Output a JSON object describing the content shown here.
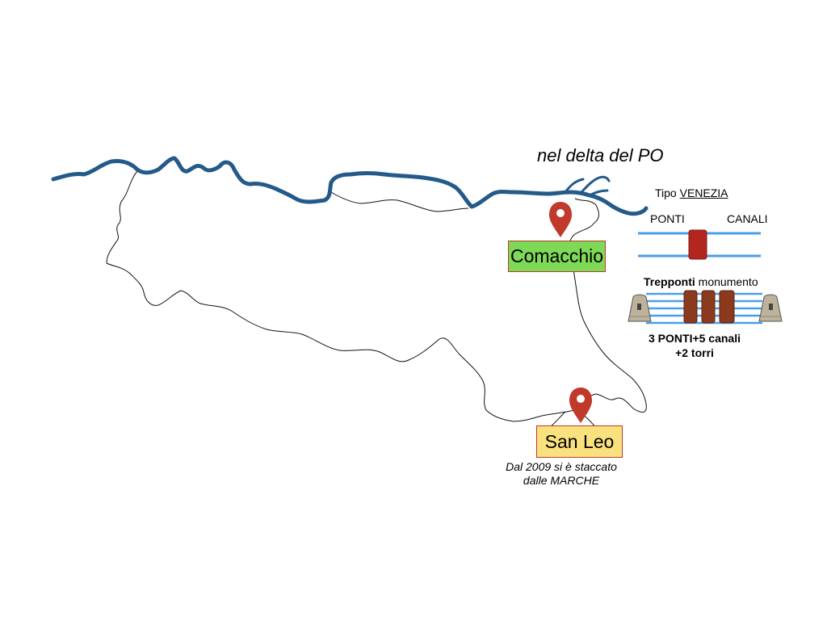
{
  "map": {
    "title": "nel delta del PO",
    "river_color": "#235a8a",
    "outline_color": "#111111",
    "pin_color": "#c0392b"
  },
  "comacchio": {
    "label": "Comacchio",
    "box_color": "#7ed957",
    "pin_icon": "map-pin-icon"
  },
  "san_leo": {
    "label": "San Leo",
    "box_color": "#f9e27d",
    "pin_icon": "map-pin-icon",
    "note_line1": "Dal 2009 si è staccato",
    "note_line2": "dalle MARCHE"
  },
  "venice_type": {
    "prefix": "Tipo",
    "name": "VENEZIA",
    "ponti": "PONTI",
    "canali": "CANALI",
    "canal_color": "#4a9ee8",
    "bridge_color": "#b3261e"
  },
  "trepponti": {
    "name": "Trepponti",
    "suffix": "monumento",
    "detail_line1": "3 PONTI+5 canali",
    "detail_line2": "+2 torri",
    "bridge_color": "#8b3a1e",
    "tower_icon": "tower-icon"
  }
}
